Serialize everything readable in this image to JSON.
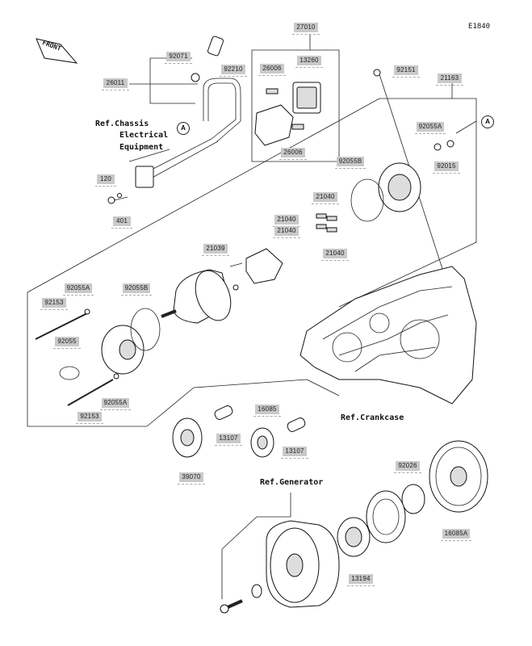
{
  "diagram_code": "E1840",
  "front_label": "FRONT",
  "refs": {
    "chassis_line1": "Ref.Chassis",
    "chassis_line2": "Electrical",
    "chassis_line3": "Equipment",
    "crankcase": "Ref.Crankcase",
    "generator": "Ref.Generator"
  },
  "callout_letter": "A",
  "part_labels": [
    "27010",
    "92071",
    "92210",
    "26011",
    "13260",
    "26006",
    "26006",
    "92151",
    "21163",
    "92055A",
    "92015",
    "92055B",
    "120",
    "401",
    "21040",
    "21040",
    "21040",
    "21040",
    "21039",
    "92055A",
    "92055B",
    "92153",
    "92055",
    "92055A",
    "92153",
    "16085",
    "13107",
    "13107",
    "39070",
    "92026",
    "16085A",
    "13194"
  ]
}
